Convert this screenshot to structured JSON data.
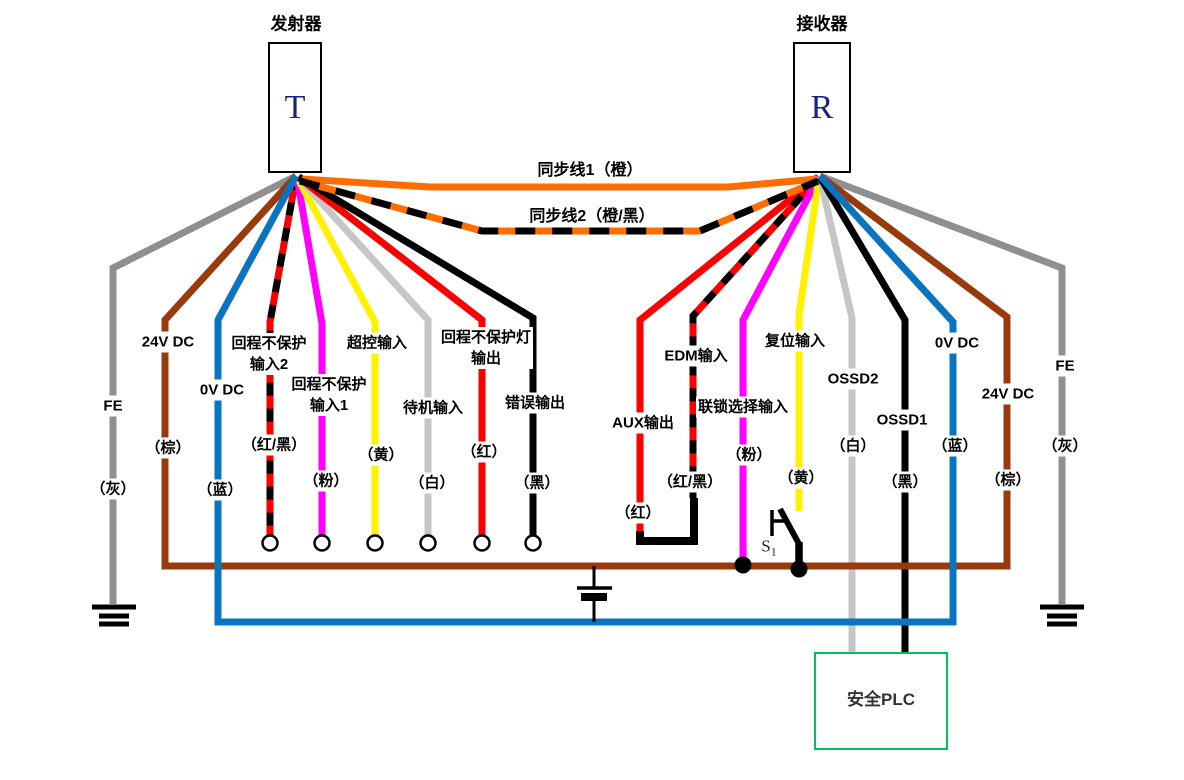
{
  "colors": {
    "orange": "#ff6d00",
    "red": "#fa0000",
    "black": "#000000",
    "magenta": "#ff00ff",
    "yellow": "#fff100",
    "blue": "#0b74c0",
    "brown": "#993a0d",
    "gray": "#8f8f8f",
    "light_gray": "#c6c6c6",
    "plc_green": "#00c05a"
  },
  "diagram": {
    "transmitter": {
      "title": "发射器",
      "symbol": "T"
    },
    "receiver": {
      "title": "接收器",
      "symbol": "R"
    },
    "sync_line_1": {
      "label": "同步线1（橙）"
    },
    "sync_line_2": {
      "label": "同步线2（橙/黑）"
    },
    "plc": {
      "label": "安全PLC"
    },
    "switch": {
      "base": "S",
      "sub": "1"
    }
  },
  "wires": [
    {
      "id": "fe-left",
      "name": "FE",
      "color_label": "（灰）"
    },
    {
      "id": "24v-left",
      "name": "24V DC",
      "color_label": "（棕）"
    },
    {
      "id": "0v-left",
      "name": "0V DC",
      "color_label": "（蓝）"
    },
    {
      "id": "muting-input-2",
      "name": "回程不保护\n输入2",
      "color_label": "（红/黑）"
    },
    {
      "id": "muting-input-1",
      "name": "回程不保护\n输入1",
      "color_label": "（粉）"
    },
    {
      "id": "override-input",
      "name": "超控输入",
      "color_label": "（黄）"
    },
    {
      "id": "standby-input",
      "name": "待机输入",
      "color_label": "（白）"
    },
    {
      "id": "muting-lamp-output",
      "name": "回程不保护灯\n输出",
      "color_label": "（红）"
    },
    {
      "id": "error-output",
      "name": "错误输出",
      "color_label": "（黑）"
    },
    {
      "id": "aux-output",
      "name": "AUX输出",
      "color_label": "（红）"
    },
    {
      "id": "edm-input",
      "name": "EDM输入",
      "color_label": "（红/黑）"
    },
    {
      "id": "interlock-select-input",
      "name": "联锁选择输入",
      "color_label": "（粉）"
    },
    {
      "id": "reset-input",
      "name": "复位输入",
      "color_label": "（黄）"
    },
    {
      "id": "ossd2",
      "name": "OSSD2",
      "color_label": "（白）"
    },
    {
      "id": "ossd1",
      "name": "OSSD1",
      "color_label": "（黑）"
    },
    {
      "id": "0v-right",
      "name": "0V DC",
      "color_label": "（蓝）"
    },
    {
      "id": "24v-right",
      "name": "24V DC",
      "color_label": "（棕）"
    },
    {
      "id": "fe-right",
      "name": "FE",
      "color_label": "（灰）"
    }
  ]
}
